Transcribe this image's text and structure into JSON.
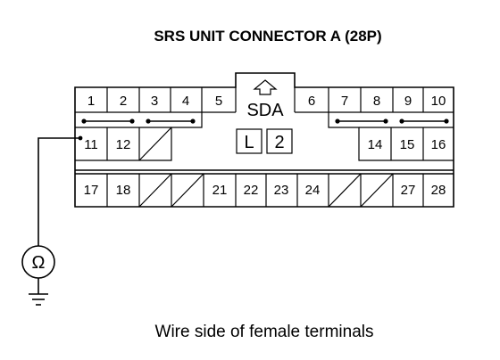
{
  "title": "SRS UNIT CONNECTOR A (28P)",
  "caption": "Wire side of female terminals",
  "connector": {
    "label": "SDA",
    "key_left": "L",
    "key_right": "2",
    "row1": [
      "1",
      "2",
      "3",
      "4",
      "5",
      "6",
      "7",
      "8",
      "9",
      "10"
    ],
    "row2": [
      "11",
      "12",
      "14",
      "15",
      "16"
    ],
    "row3": [
      "17",
      "18",
      "21",
      "22",
      "23",
      "24",
      "27",
      "28"
    ]
  },
  "meter_symbol": "Ω"
}
